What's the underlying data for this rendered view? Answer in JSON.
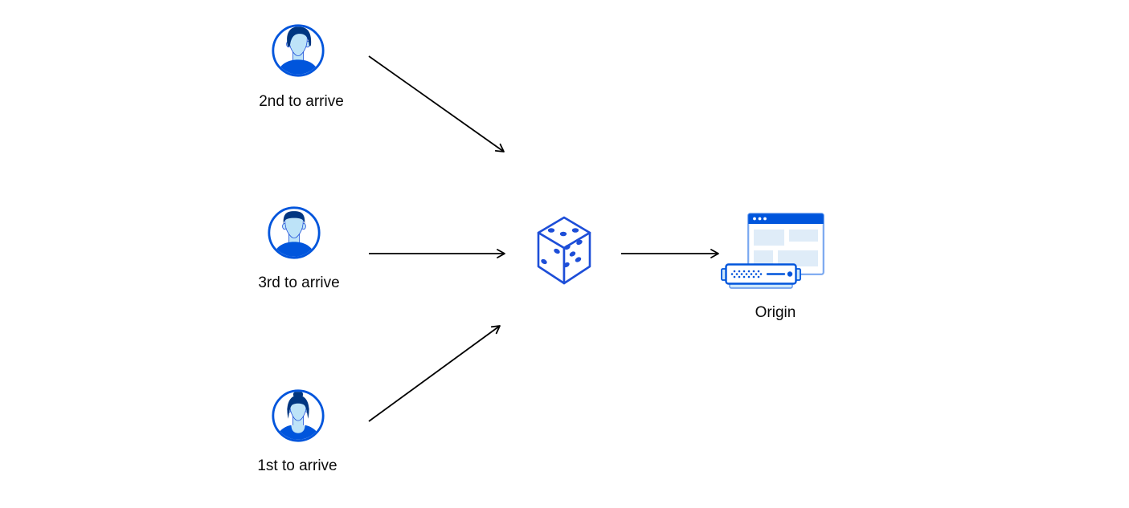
{
  "diagram": {
    "clients": [
      {
        "label": "2nd to arrive",
        "icon": "man-swept-hair-avatar-icon"
      },
      {
        "label": "3rd to arrive",
        "icon": "man-short-hair-avatar-icon"
      },
      {
        "label": "1st to arrive",
        "icon": "woman-bun-avatar-icon"
      }
    ],
    "router": {
      "icon": "dice-icon",
      "pips": {
        "top_face": 3,
        "left_face": 2,
        "right_face": 5
      }
    },
    "origin": {
      "label": "Origin",
      "icons": [
        "browser-window-icon",
        "server-icon"
      ]
    },
    "edges": [
      {
        "from": "2nd to arrive",
        "to": "dice"
      },
      {
        "from": "3rd to arrive",
        "to": "dice"
      },
      {
        "from": "1st to arrive",
        "to": "dice"
      },
      {
        "from": "dice",
        "to": "Origin"
      }
    ]
  },
  "colors": {
    "primary_blue": "#0055dc",
    "dark_navy_hair": "#003681",
    "light_blue_face": "#bde3f8",
    "pale_block_blue": "#dfecf8",
    "window_border_blue": "#7aa8f0",
    "dice_blue": "#1d4ed8",
    "server_base_blue": "#cde7fa",
    "arrow_black": "#000000",
    "background": "#ffffff",
    "text": "#0a0a0a"
  }
}
